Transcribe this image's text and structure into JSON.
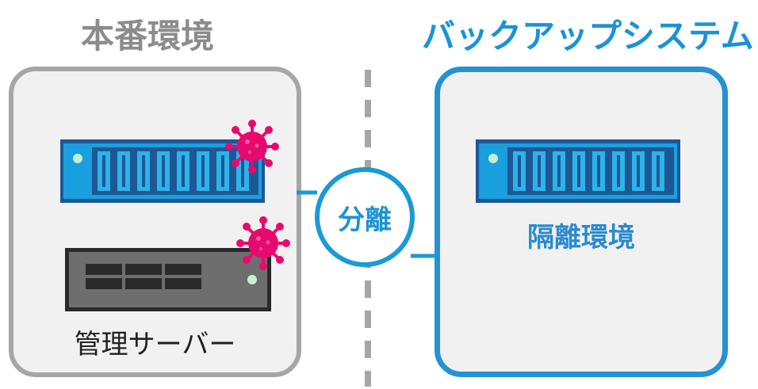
{
  "left_env": {
    "title": "本番環境",
    "mgmt_label": "管理サーバー"
  },
  "right_env": {
    "title": "バックアップシステム",
    "isolated_label": "隔離環境"
  },
  "separator": {
    "label": "分離"
  },
  "colors": {
    "blue_accent": "#1a93d6",
    "gray_accent": "#a6a6a6",
    "virus": "#e8096e",
    "server_blue": "#1aa0de",
    "server_dark": "#585858"
  }
}
